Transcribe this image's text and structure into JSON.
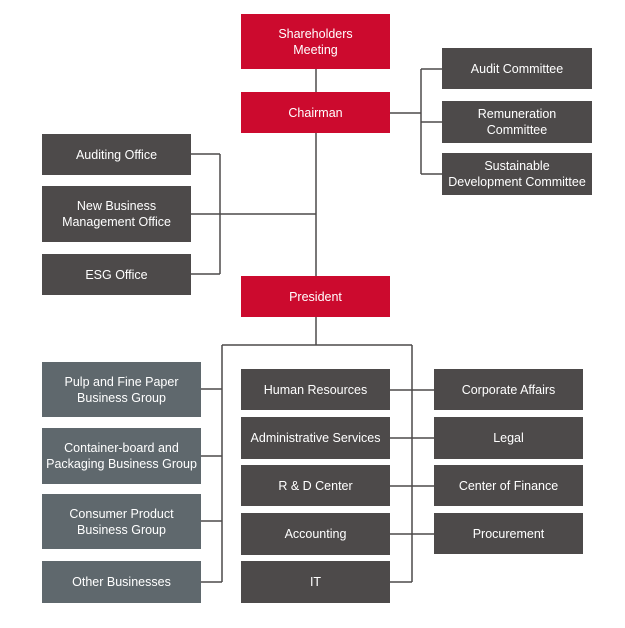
{
  "top": {
    "shareholders": "Shareholders\nMeeting",
    "chairman": "Chairman",
    "president": "President"
  },
  "committees": {
    "audit": "Audit Committee",
    "remuneration": "Remuneration\nCommittee",
    "sustainable": "Sustainable\nDevelopment Committee"
  },
  "offices": {
    "auditing": "Auditing Office",
    "new_business": "New Business\nManagement Office",
    "esg": "ESG Office"
  },
  "business_groups": {
    "pulp": "Pulp and Fine Paper\nBusiness Group",
    "container": "Container-board and\nPackaging Business Group",
    "consumer": "Consumer Product\nBusiness Group",
    "other": "Other Businesses"
  },
  "functions": {
    "hr": "Human Resources",
    "admin": "Administrative Services",
    "rd": "R & D Center",
    "accounting": "Accounting",
    "it": "IT"
  },
  "support": {
    "corporate": "Corporate Affairs",
    "legal": "Legal",
    "finance": "Center of Finance",
    "procurement": "Procurement"
  },
  "colors": {
    "executive": "#cc0a2e",
    "unit": "#4d4a4a",
    "business_group": "#5f686d",
    "connector": "#4d4a4a"
  }
}
